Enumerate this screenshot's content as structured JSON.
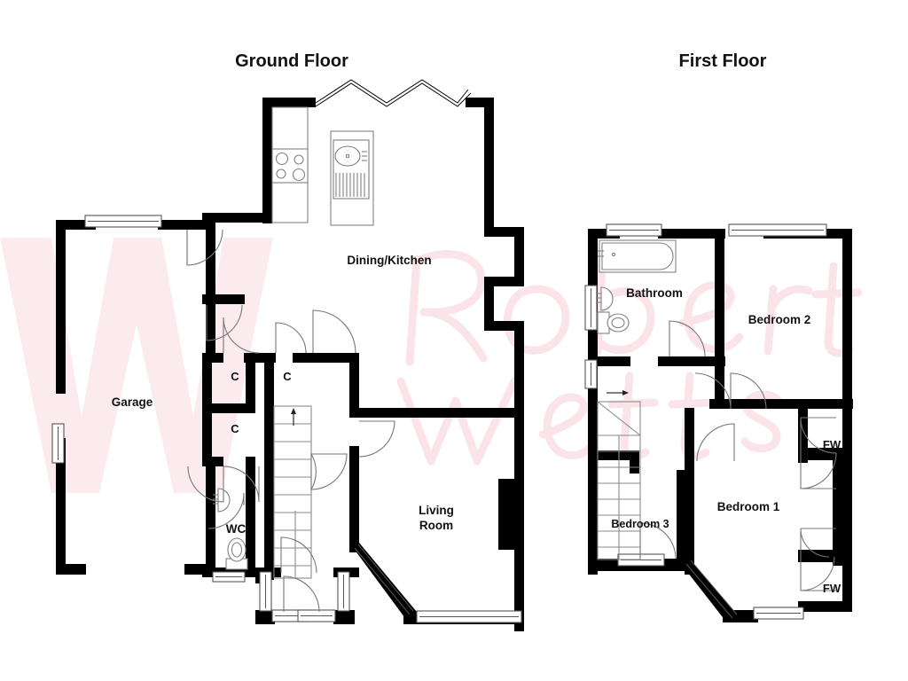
{
  "page": {
    "background_color": "#ffffff",
    "wall_color": "#000000",
    "watermark_color": "#fbeaee",
    "watermark_text": "Robert Watts",
    "watermark_logo": "W"
  },
  "titles": {
    "ground_floor": "Ground Floor",
    "first_floor": "First Floor"
  },
  "ground_floor": {
    "rooms": [
      {
        "key": "garage",
        "label": "Garage"
      },
      {
        "key": "dining_kitchen",
        "label": "Dining/Kitchen"
      },
      {
        "key": "living_room_line1",
        "label": "Living"
      },
      {
        "key": "living_room_line2",
        "label": "Room"
      },
      {
        "key": "wc",
        "label": "WC"
      }
    ],
    "cupboards": [
      {
        "key": "cupboard-top-left",
        "label": "C"
      },
      {
        "key": "cupboard-top-right",
        "label": "C"
      },
      {
        "key": "cupboard-bottom-left",
        "label": "C"
      }
    ],
    "fixtures": [
      "hob",
      "sink-drainer",
      "wc-basin",
      "wc-toilet",
      "staircase-up"
    ]
  },
  "first_floor": {
    "rooms": [
      {
        "key": "bathroom",
        "label": "Bathroom"
      },
      {
        "key": "bedroom_1",
        "label": "Bedroom 1"
      },
      {
        "key": "bedroom_2",
        "label": "Bedroom 2"
      },
      {
        "key": "bedroom_3",
        "label": "Bedroom 3"
      }
    ],
    "wardrobes": [
      {
        "key": "fitted-wardrobe-upper",
        "label": "FW"
      },
      {
        "key": "fitted-wardrobe-lower",
        "label": "FW"
      }
    ],
    "fixtures": [
      "bath",
      "bathroom-basin",
      "bathroom-toilet",
      "staircase-down"
    ]
  }
}
